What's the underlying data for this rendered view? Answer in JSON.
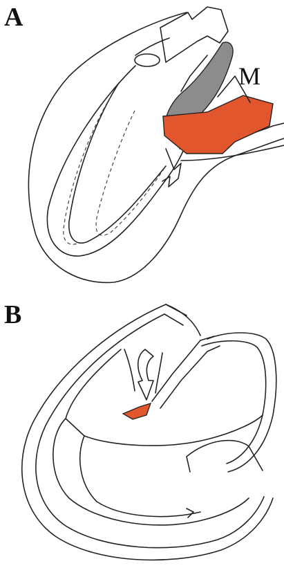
{
  "labels": {
    "panel_a": "A",
    "panel_b": "B",
    "marker_m": "M"
  },
  "colors": {
    "highlight_orange": "#e2562d",
    "gray_leaflet": "#8c8c8c",
    "outline": "#222222"
  }
}
